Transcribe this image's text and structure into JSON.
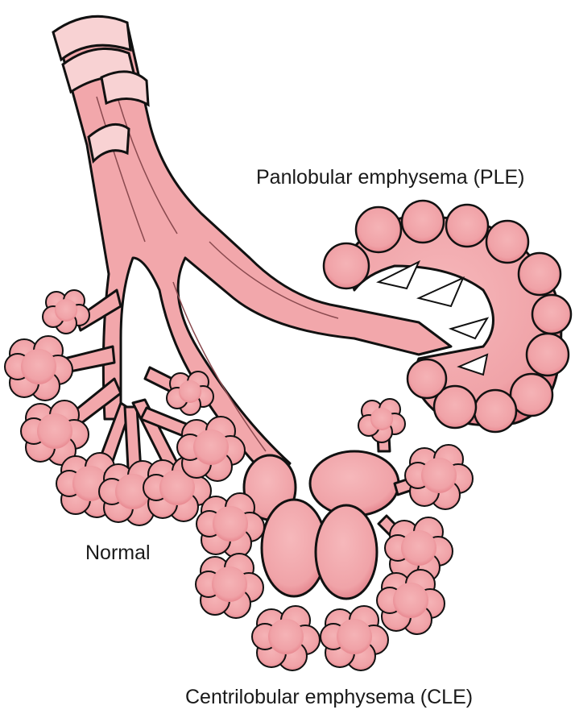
{
  "labels": {
    "ple": "Panlobular emphysema (PLE)",
    "normal": "Normal",
    "cle": "Centrilobular emphysema (CLE)"
  },
  "colors": {
    "tissue": "#f2a7ab",
    "tissue_dark": "#e57f88",
    "cartilage": "#f8d2d3",
    "outline": "#111111",
    "background": "#ffffff"
  }
}
